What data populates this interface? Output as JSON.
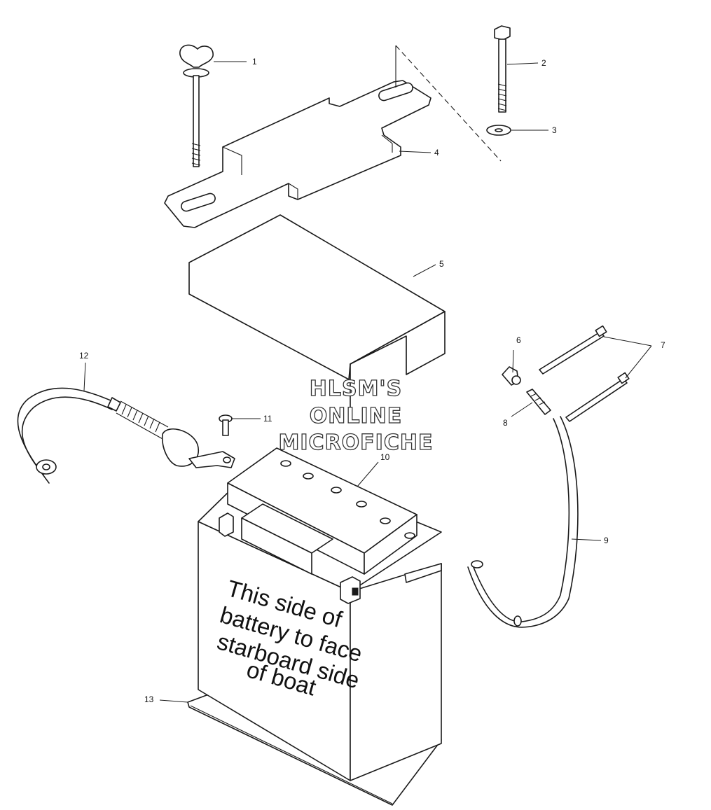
{
  "callouts": {
    "c1": "1",
    "c2": "2",
    "c3": "3",
    "c4": "4",
    "c5": "5",
    "c6": "6",
    "c7": "7",
    "c8": "8",
    "c9": "9",
    "c10": "10",
    "c11": "11",
    "c12": "12",
    "c13": "13"
  },
  "battery_label": {
    "line1": "This side of",
    "line2": "battery to face",
    "line3": "starboard side",
    "line4": "of boat"
  },
  "watermark": {
    "line1": "HLSM'S",
    "line2": "ONLINE",
    "line3": "MICROFICHE"
  }
}
